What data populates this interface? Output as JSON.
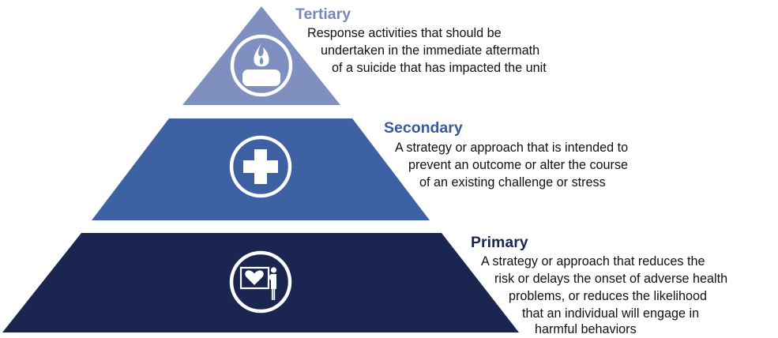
{
  "colors": {
    "tertiary": "#7f8fc0",
    "secondary": "#3d61a3",
    "primary": "#1a2550",
    "tertiary_title": "#7787bc",
    "secondary_title": "#365a9c",
    "primary_title": "#1a2550",
    "icon": "#ffffff"
  },
  "tiers": {
    "tertiary": {
      "title": "Tertiary",
      "icon": "candle-flame-icon",
      "lines": [
        "Response activities that should be",
        "undertaken in the immediate aftermath",
        "of a suicide that has impacted the unit"
      ]
    },
    "secondary": {
      "title": "Secondary",
      "icon": "medical-cross-icon",
      "lines": [
        "A strategy or approach that is intended to",
        "prevent an outcome or alter the course",
        "of an existing challenge or stress"
      ]
    },
    "primary": {
      "title": "Primary",
      "icon": "health-presentation-icon",
      "lines": [
        "A strategy or approach that reduces the",
        "risk or delays the onset of adverse health",
        "problems, or reduces the likelihood",
        "that an individual will engage in",
        "harmful behaviors"
      ]
    }
  }
}
